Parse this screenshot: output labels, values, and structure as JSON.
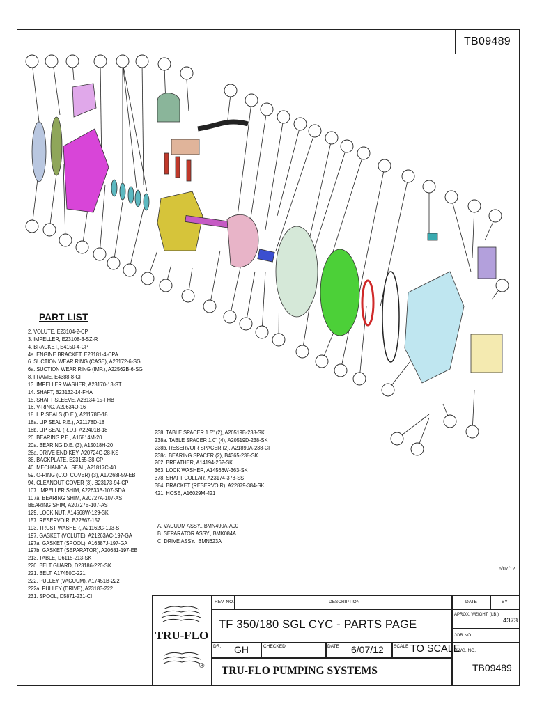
{
  "dwg_number_top": "TB09489",
  "parts": {
    "heading": "PART LIST",
    "list1": [
      "2.   VOLUTE, E23104-2-CP",
      "3.   IMPELLER, E23108-3-SZ-R",
      "4.   BRACKET, E4150-4-CP",
      "4a. ENGINE BRACKET, E23181-4-CPA",
      "6.   SUCTION WEAR RING (CASE), A23172-6-SG",
      "6a. SUCTION WEAR RING (IMP.), A22562B-6-SG",
      "8.   FRAME, E4388-8-CI",
      "13.  IMPELLER WASHER, A23170-13-ST",
      "14.  SHAFT, B23132-14-FHA",
      "15.  SHAFT SLEEVE, A23134-15-FHB",
      "16.  V-RING, A20634O-16",
      "18.  LIP SEALS (D.E.), A21178E-18",
      "18a. LIP SEAL P.E.), A21178D-18",
      "18b. LIP SEAL (R.D.), A22401B-18",
      "20.  BEARING P.E., A16814M-20",
      "20a. BEARING D.E. (3), A15018H-20",
      "28a. DRIVE END KEY, A20724G-28-KS",
      "38.  BACKPLATE, E23165-38-CP",
      "40.  MECHANICAL SEAL, A21817C-40",
      "59.  O-RING (C.O. COVER) (3), A17268I-59-EB",
      "94.  CLEANOUT COVER (3), B23173-94-CP",
      "107.  IMPELLER SHIM, A22633B-107-SDA",
      "107a. BEARING SHIM, A20727A-107-AS",
      "          BEARING SHIM, A20727B-107-AS",
      "129.  LOCK NUT, A14568W-129-SK",
      "157.  RESERVOIR, B22867-157",
      "193.  TRUST WASHER, A21162G-193-ST",
      "197.  GASKET (VOLUTE), A21263AC-197-GA",
      "197a. GASKET (SPOOL), A16387J-197-GA",
      "197b. GASKET (SEPARATOR), A20681-197-EB",
      "213.  TABLE, D6115-213-SK",
      "220.  BELT GUARD, D23186-220-SK",
      "221.  BELT, A17450C-221",
      "222.  PULLEY (VACUUM), A17451B-222",
      "222a. PULLEY (DRIVE), A23183-222",
      "231.  SPOOL, D5871-231-CI"
    ],
    "list2": [
      "238.  TABLE SPACER 1.5\" (2), A20519B-238-SK",
      "238a. TABLE SPACER 1.0\" (4), A20519D-238-SK",
      "238b. RESERVOIR SPACER (2), A21890A-238-CI",
      "238c. BEARING SPACER (2), B4365-238-SK",
      "262.  BREATHER, A14194-262-SK",
      "363.  LOCK WASHER, A14566W-363-SK",
      "378.  SHAFT COLLAR, A23174-378-SS",
      "384.  BRACKET (RESERVOIR), A22879-384-SK",
      "421.  HOSE, A16029M-421"
    ],
    "list3": [
      "A.  VACUUM ASSY., BMN490A-A00",
      "B.  SEPARATOR ASSY., BMK084A",
      "C.  DRIVE ASSY., BMN623A"
    ]
  },
  "revision_date": "6/07/12",
  "title_block": {
    "logo_text": "TRU-FLO",
    "rev_no_label": "REV. NO.",
    "description_label": "DESCRIPTION",
    "date_label": "DATE",
    "by_label": "BY",
    "title": "TF 350/180 SGL CYC - PARTS PAGE",
    "approx_weight_label": "APROX. WEIGHT. (LB.)",
    "approx_weight_value": "4373",
    "job_no_label": "JOB NO.",
    "dr_label": "DR.",
    "dr_value": "GH",
    "checked_label": "CHECKED",
    "date2_label": "DATE",
    "date2_value": "6/07/12",
    "scale_label": "SCALE",
    "scale_value": "TO SCALE",
    "dwg_no_label": "DWG. NO.",
    "company": "TRU-FLO PUMPING SYSTEMS",
    "dwg_no_value": "TB09489",
    "registered_mark": "®"
  }
}
